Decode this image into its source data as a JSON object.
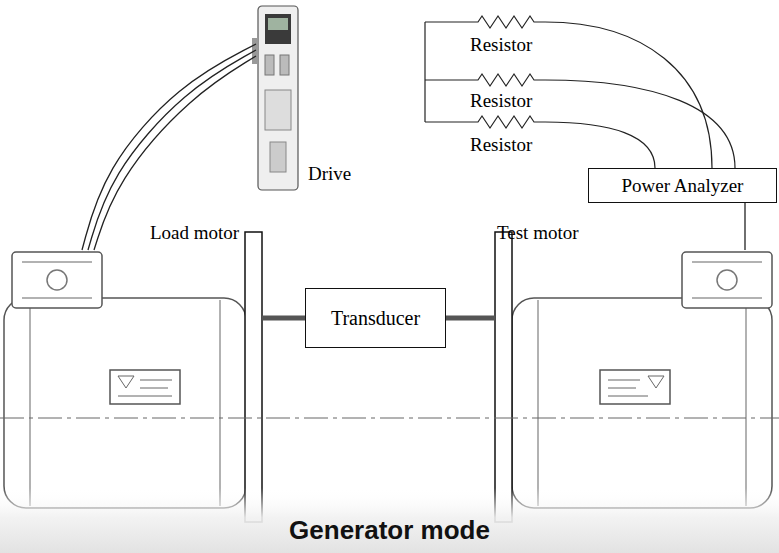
{
  "diagram": {
    "caption": "Generator mode",
    "nodes": [
      {
        "text": [
          "Drive"
        ]
      },
      {
        "text": [
          "Power Analyzer"
        ]
      },
      {
        "text": [
          "Load motor"
        ]
      },
      {
        "text": [
          "Transducer"
        ]
      },
      {
        "text": [
          "Test motor"
        ]
      }
    ],
    "edges": [
      {
        "from": 0,
        "to": 2,
        "arrow": "none"
      },
      {
        "from": 1,
        "to": 4,
        "arrow": "none"
      },
      {
        "from": 2,
        "to": 3,
        "arrow": "none"
      },
      {
        "from": 3,
        "to": 4,
        "arrow": "none"
      }
    ],
    "labels": [
      "Resistor",
      "Resistor",
      "Resistor"
    ]
  }
}
